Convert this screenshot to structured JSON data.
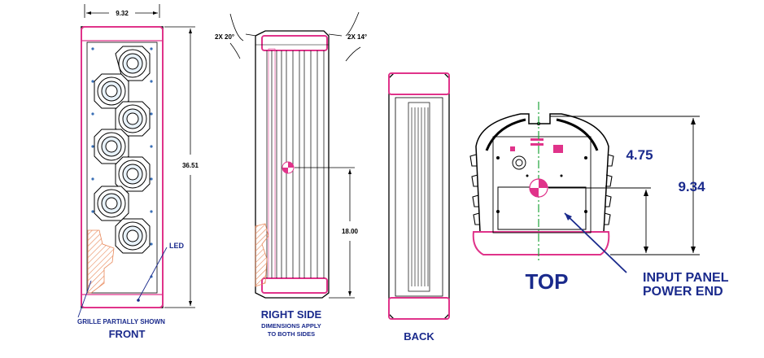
{
  "front": {
    "width_dim": "9.32",
    "height_dim": "36.51",
    "led_label": "LED",
    "grille_note": "GRILLE PARTIALLY SHOWN",
    "view_label": "FRONT"
  },
  "right_side": {
    "angle_left": "2X 20°",
    "angle_right": "2X 14°",
    "height_dim": "18.00",
    "view_label": "RIGHT SIDE",
    "note_line1": "DIMENSIONS APPLY",
    "note_line2": "TO BOTH SIDES"
  },
  "back": {
    "view_label": "BACK"
  },
  "top": {
    "dim_inner": "4.75",
    "dim_outer": "9.34",
    "view_label": "TOP",
    "callout_line1": "INPUT PANEL",
    "callout_line2": "POWER END"
  },
  "colors": {
    "label_blue": "#1a2a8c",
    "accent_pink": "#e0338a",
    "grille_orange": "#f4a870",
    "center_line": "#1fa33a"
  }
}
